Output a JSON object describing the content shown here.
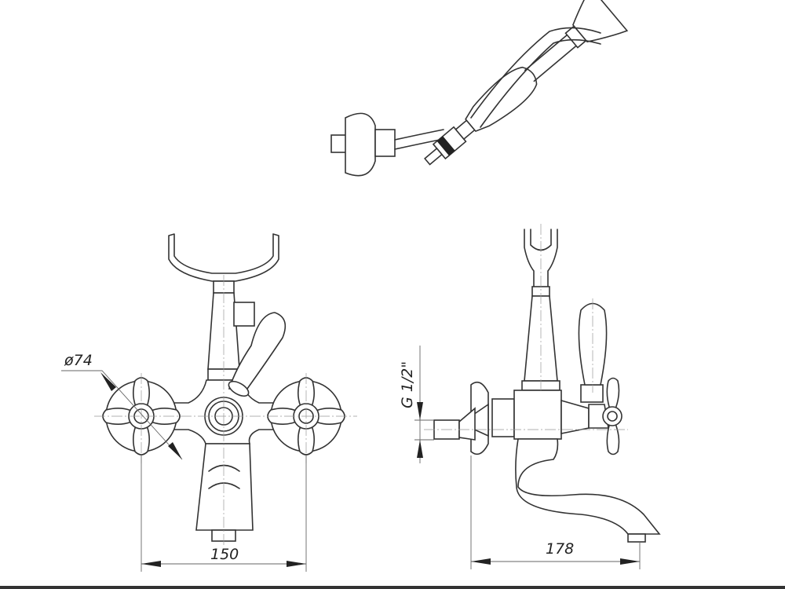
{
  "dimensions": {
    "knob_diameter": "ø74",
    "thread": "G 1/2\"",
    "handle_spacing": "150",
    "spout_depth": "178"
  }
}
